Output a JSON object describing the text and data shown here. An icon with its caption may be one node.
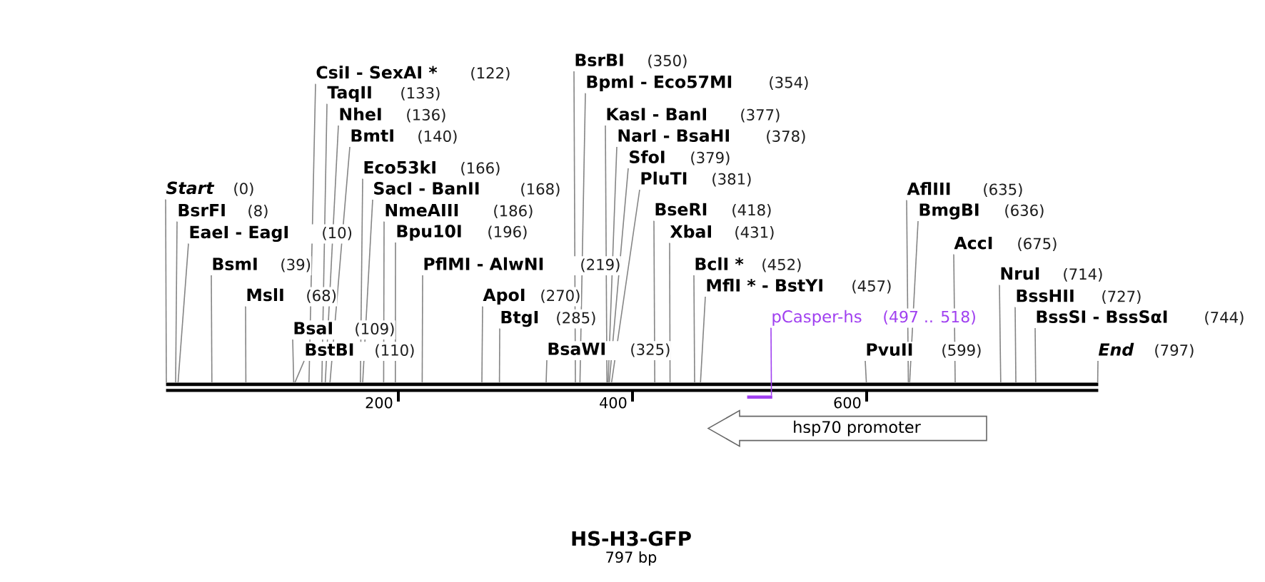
{
  "diagram": {
    "title": "HS-H3-GFP",
    "caption": "797 bp",
    "nodes": [
      {
        "text": [
          "Start",
          "(0)"
        ]
      },
      {
        "text": [
          "BsrFI",
          "(8)"
        ]
      },
      {
        "text": [
          "EaeI - EagI",
          "(10)"
        ]
      },
      {
        "text": [
          "BsmI",
          "(39)"
        ]
      },
      {
        "text": [
          "MslI",
          "(68)"
        ]
      },
      {
        "text": [
          "BsaI",
          "(109)"
        ]
      },
      {
        "text": [
          "BstBI",
          "(110)"
        ]
      },
      {
        "text": [
          "CsiI - SexAI *",
          "(122)"
        ]
      },
      {
        "text": [
          "TaqII",
          "(133)"
        ]
      },
      {
        "text": [
          "NheI",
          "(136)"
        ]
      },
      {
        "text": [
          "BmtI",
          "(140)"
        ]
      },
      {
        "text": [
          "Eco53kI",
          "(166)"
        ]
      },
      {
        "text": [
          "SacI - BanII",
          "(168)"
        ]
      },
      {
        "text": [
          "NmeAIII",
          "(186)"
        ]
      },
      {
        "text": [
          "Bpu10I",
          "(196)"
        ]
      },
      {
        "text": [
          "PflMI - AlwNI",
          "(219)"
        ]
      },
      {
        "text": [
          "ApoI",
          "(270)"
        ]
      },
      {
        "text": [
          "BtgI",
          "(285)"
        ]
      },
      {
        "text": [
          "BsaWI",
          "(325)"
        ]
      },
      {
        "text": [
          "BsrBI",
          "(350)"
        ]
      },
      {
        "text": [
          "BpmI - Eco57MI",
          "(354)"
        ]
      },
      {
        "text": [
          "KasI - BanI",
          "(377)"
        ]
      },
      {
        "text": [
          "NarI - BsaHI",
          "(378)"
        ]
      },
      {
        "text": [
          "SfoI",
          "(379)"
        ]
      },
      {
        "text": [
          "PluTI",
          "(381)"
        ]
      },
      {
        "text": [
          "BseRI",
          "(418)"
        ]
      },
      {
        "text": [
          "XbaI",
          "(431)"
        ]
      },
      {
        "text": [
          "BclI *",
          "(452)"
        ]
      },
      {
        "text": [
          "MflI * - BstYI",
          "(457)"
        ]
      },
      {
        "text": [
          "pCasper-hs",
          "(497 .. 518)"
        ]
      },
      {
        "text": [
          "PvuII",
          "(599)"
        ]
      },
      {
        "text": [
          "AflIII",
          "(635)"
        ]
      },
      {
        "text": [
          "BmgBI",
          "(636)"
        ]
      },
      {
        "text": [
          "AccI",
          "(675)"
        ]
      },
      {
        "text": [
          "NruI",
          "(714)"
        ]
      },
      {
        "text": [
          "BssHII",
          "(727)"
        ]
      },
      {
        "text": [
          "BssSI - BssSαI",
          "(744)"
        ]
      },
      {
        "text": [
          "End",
          "(797)"
        ]
      },
      {
        "text": [],
        "shape": "bar"
      },
      {
        "text": [],
        "shape": "bar"
      },
      {
        "text": [
          "hsp70 promoter"
        ]
      }
    ],
    "edges": [
      {
        "from": 0,
        "to": 38,
        "arrow": "none"
      },
      {
        "from": 1,
        "to": 38,
        "arrow": "none"
      },
      {
        "from": 2,
        "to": 38,
        "arrow": "none"
      },
      {
        "from": 3,
        "to": 38,
        "arrow": "none"
      },
      {
        "from": 4,
        "to": 38,
        "arrow": "none"
      },
      {
        "from": 5,
        "to": 38,
        "arrow": "none"
      },
      {
        "from": 6,
        "to": 38,
        "arrow": "none"
      },
      {
        "from": 7,
        "to": 38,
        "arrow": "none"
      },
      {
        "from": 8,
        "to": 38,
        "arrow": "none"
      },
      {
        "from": 9,
        "to": 38,
        "arrow": "none"
      },
      {
        "from": 10,
        "to": 38,
        "arrow": "none"
      },
      {
        "from": 11,
        "to": 38,
        "arrow": "none"
      },
      {
        "from": 12,
        "to": 38,
        "arrow": "none"
      },
      {
        "from": 13,
        "to": 38,
        "arrow": "none"
      },
      {
        "from": 14,
        "to": 38,
        "arrow": "none"
      },
      {
        "from": 15,
        "to": 38,
        "arrow": "none"
      },
      {
        "from": 16,
        "to": 38,
        "arrow": "none"
      },
      {
        "from": 17,
        "to": 38,
        "arrow": "none"
      },
      {
        "from": 18,
        "to": 38,
        "arrow": "none"
      },
      {
        "from": 19,
        "to": 38,
        "arrow": "none"
      },
      {
        "from": 20,
        "to": 38,
        "arrow": "none"
      },
      {
        "from": 21,
        "to": 38,
        "arrow": "none"
      },
      {
        "from": 22,
        "to": 38,
        "arrow": "none"
      },
      {
        "from": 23,
        "to": 38,
        "arrow": "none"
      },
      {
        "from": 24,
        "to": 38,
        "arrow": "none"
      },
      {
        "from": 25,
        "to": 38,
        "arrow": "none"
      },
      {
        "from": 26,
        "to": 38,
        "arrow": "none"
      },
      {
        "from": 27,
        "to": 38,
        "arrow": "none"
      },
      {
        "from": 28,
        "to": 38,
        "arrow": "none"
      },
      {
        "from": 29,
        "to": 39,
        "arrow": "none",
        "color": "#a040f0"
      },
      {
        "from": 30,
        "to": 38,
        "arrow": "none"
      },
      {
        "from": 31,
        "to": 38,
        "arrow": "none"
      },
      {
        "from": 32,
        "to": 38,
        "arrow": "none"
      },
      {
        "from": 33,
        "to": 38,
        "arrow": "none"
      },
      {
        "from": 34,
        "to": 38,
        "arrow": "none"
      },
      {
        "from": 35,
        "to": 38,
        "arrow": "none"
      },
      {
        "from": 36,
        "to": 38,
        "arrow": "none"
      },
      {
        "from": 37,
        "to": 38,
        "arrow": "none"
      }
    ],
    "labels": [
      "200",
      "400",
      "600"
    ]
  }
}
